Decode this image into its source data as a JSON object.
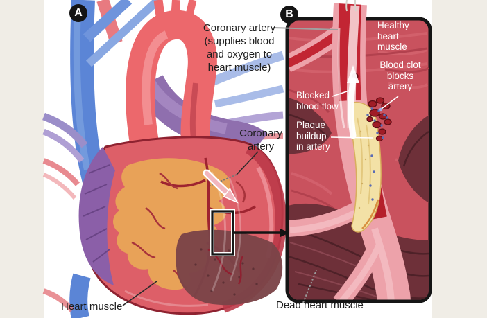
{
  "figure": {
    "type": "medical-diagram",
    "subject": "Heart attack: coronary artery blockage",
    "panel_a": {
      "badge": "A",
      "labels": {
        "coronary_supplies": [
          "Coronary artery",
          "(supplies blood",
          "and oxygen to",
          "heart muscle)"
        ],
        "coronary": [
          "Coronary",
          "artery"
        ],
        "heart_muscle": "Heart muscle"
      }
    },
    "panel_b": {
      "badge": "B",
      "labels": {
        "healthy": [
          "Healthy",
          "heart",
          "muscle"
        ],
        "blood_clot": [
          "Blood clot",
          "blocks",
          "artery"
        ],
        "blocked": [
          "Blocked",
          "blood flow"
        ],
        "plaque": [
          "Plaque",
          "buildup",
          "in artery"
        ],
        "dead": "Dead heart muscle"
      }
    },
    "colors": {
      "page_bg": "#f0ede6",
      "content_bg": "#ffffff",
      "panel_red": "#c9525e",
      "artery_wall": "#eda2aa",
      "artery_lumen": "#c22533",
      "plaque_yellow": "#f3e1a6",
      "clot_red": "#a01c26",
      "dead_muscle": "#6e3039",
      "heart_red": "#dd5f68",
      "fat_orange": "#e8a258",
      "vein_blue": "#5b85d6",
      "aorta_red": "#ec686c",
      "atrium_purple": "#8b5fa8",
      "label_dark": "#1d1d1d",
      "label_white": "#ffffff"
    }
  }
}
